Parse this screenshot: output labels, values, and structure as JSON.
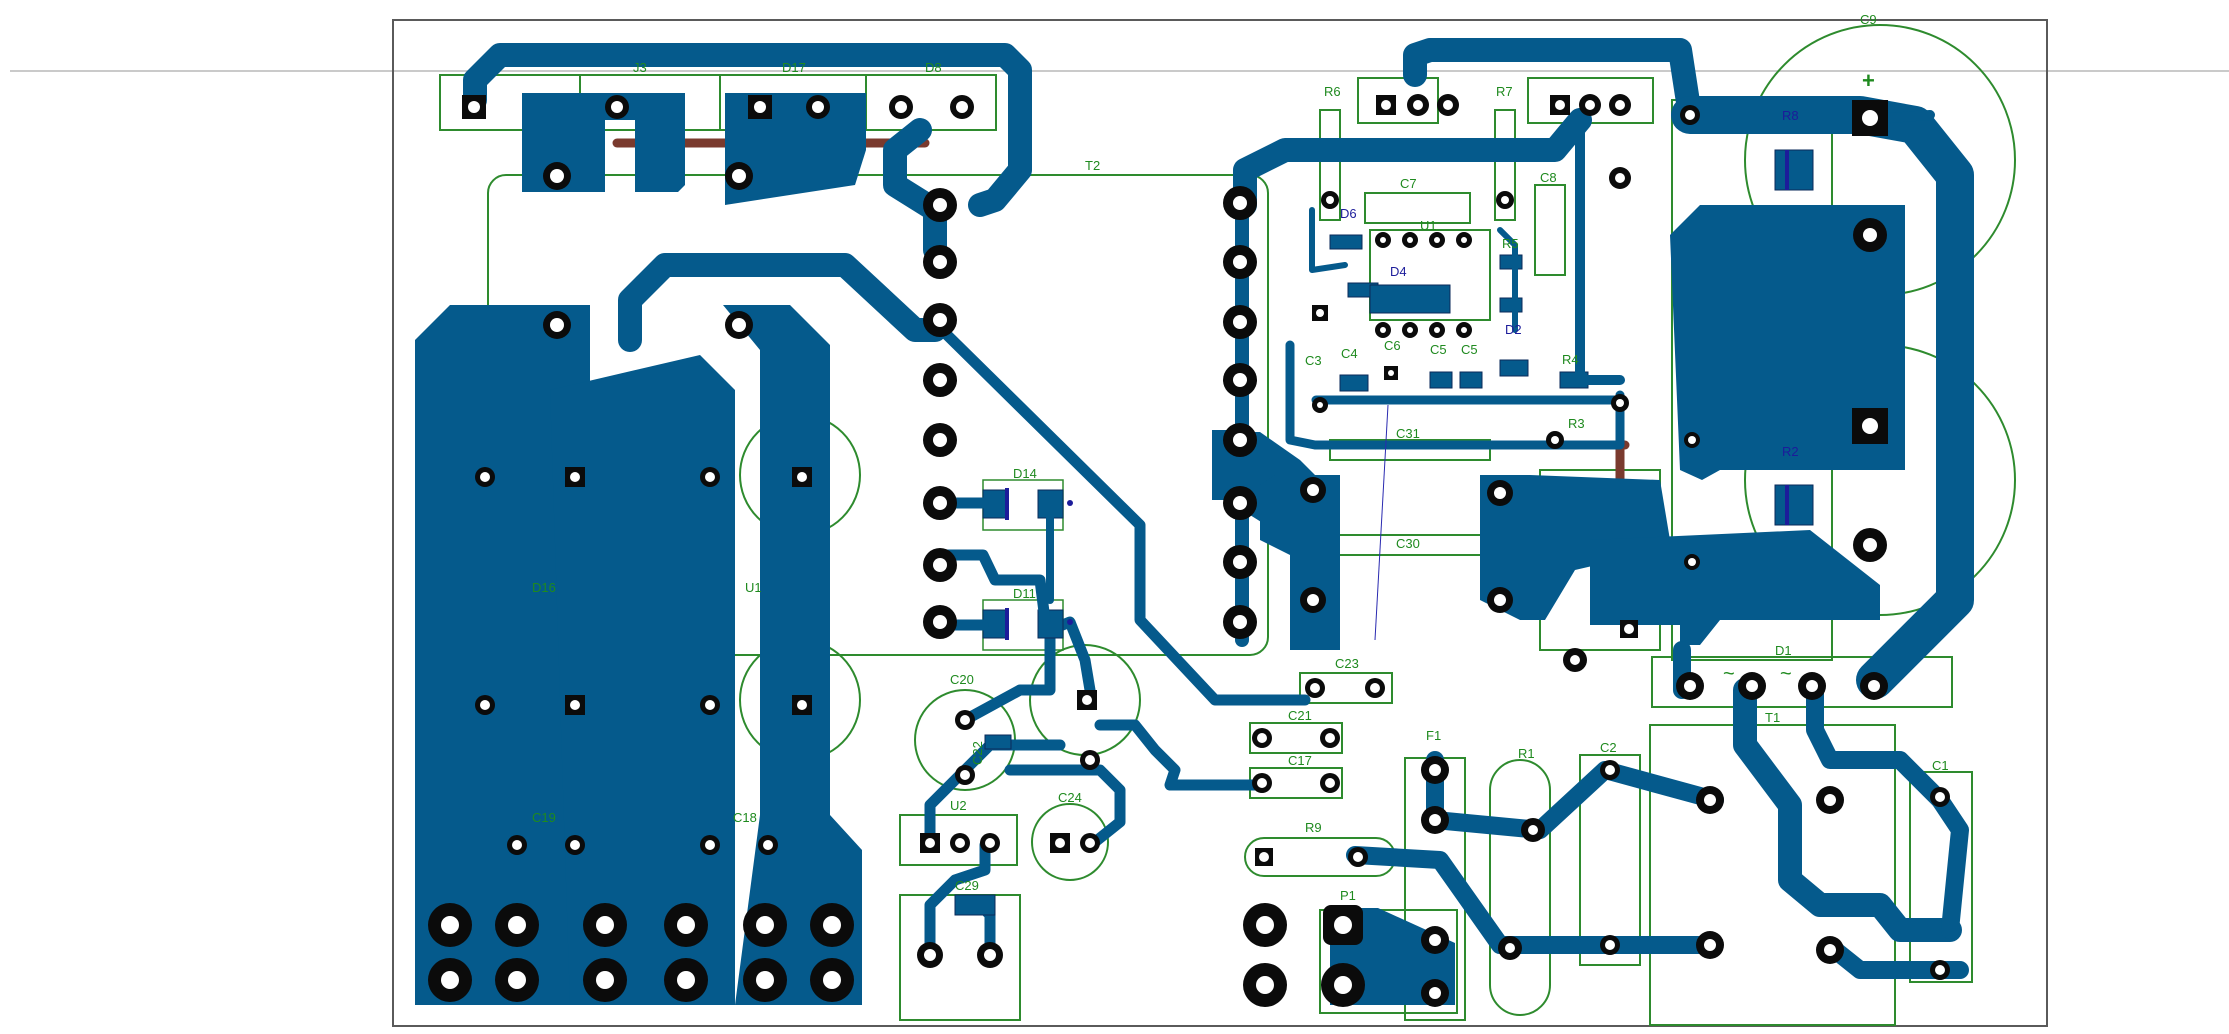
{
  "board": {
    "colors": {
      "copper_top": "#055a8c",
      "silkscreen": "#2e8b2e",
      "copper_bottom": "#7a3a2e",
      "pad": "#0b0b0b",
      "label_blue": "#1c1c9a"
    }
  },
  "labels": {
    "T2": "T2",
    "R6": "R6",
    "R7": "R7",
    "C7": "C7",
    "D6": "D6",
    "U1": "U1",
    "D4": "D4",
    "R5": "R5",
    "C4": "C4",
    "C6": "C6",
    "C5a": "C5",
    "C5b": "C5",
    "D2": "D2",
    "R4": "R4",
    "R3": "R3",
    "C31": "C31",
    "C30": "C30",
    "R8": "R8",
    "R2": "R2",
    "C9": "C9",
    "D1": "D1",
    "T1": "T1",
    "C1": "C1",
    "C2": "C2",
    "R1": "R1",
    "F1": "F1",
    "P1": "P1",
    "R9": "R9",
    "C17": "C17",
    "C21": "C21",
    "C23": "C23",
    "C20": "C20",
    "C22": "C22",
    "C24": "C24",
    "U2": "U2",
    "D14": "D14",
    "D11": "D11",
    "C18": "C18",
    "C19": "C19",
    "J3": "J3",
    "D16": "D16",
    "D17": "D17",
    "D8": "D8",
    "C3": "C3",
    "C8": "C8",
    "U1b": "U1",
    "C29": "C29"
  },
  "symbols": {
    "plus_sign": "+",
    "tilde": "~"
  }
}
